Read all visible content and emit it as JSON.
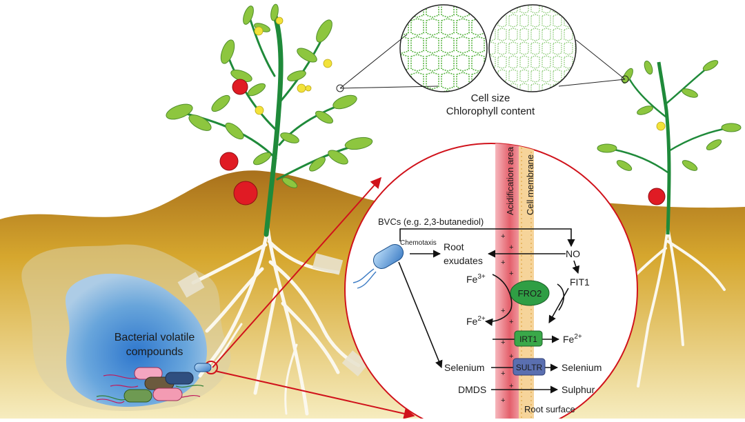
{
  "colors": {
    "sky": "#ffffff",
    "soil_top": "#a8701c",
    "soil_mid": "#d6a72e",
    "soil_bottom": "#f3e3a2",
    "stem": "#1f8a3a",
    "leaf": "#8dc63f",
    "fruit": "#e01b24",
    "flower": "#f2e23a",
    "root": "#f4f1e6",
    "callout_line": "#d0121b",
    "acidification": "#e9707a",
    "membrane": "#f2c36b",
    "fro2": "#2f9e44",
    "irt1": "#3aa849",
    "sultr": "#5a6fb0",
    "bacteria_cloud": "#4a8fd8"
  },
  "top_callout": {
    "cell_size_label": "Cell size",
    "chlorophyll_label": "Chlorophyll content"
  },
  "soil_label": {
    "line1": "Bacterial volatile",
    "line2": "compounds"
  },
  "mechanism": {
    "bvcs_label": "BVCs (e.g. 2,3-butanediol)",
    "chemotaxis_label": "Chemotaxis",
    "root_exudates_line1": "Root",
    "root_exudates_line2": "exudates",
    "no_label": "NO",
    "fit1_label": "FIT1",
    "fe3": "Fe",
    "fe3_sup": "3+",
    "fe2_left": "Fe",
    "fe2_left_sup": "2+",
    "fe2_right": "Fe",
    "fe2_right_sup": "2+",
    "fro2_label": "FRO2",
    "irt1_label": "IRT1",
    "sultr_label": "SULTR",
    "selenium_left": "Selenium",
    "selenium_right": "Selenium",
    "dmds_label": "DMDS",
    "sulphur_label": "Sulphur",
    "acidification_label": "Acidification area",
    "membrane_label": "Cell membrane",
    "root_surface_label": "Root surface",
    "plus_sign": "+"
  }
}
